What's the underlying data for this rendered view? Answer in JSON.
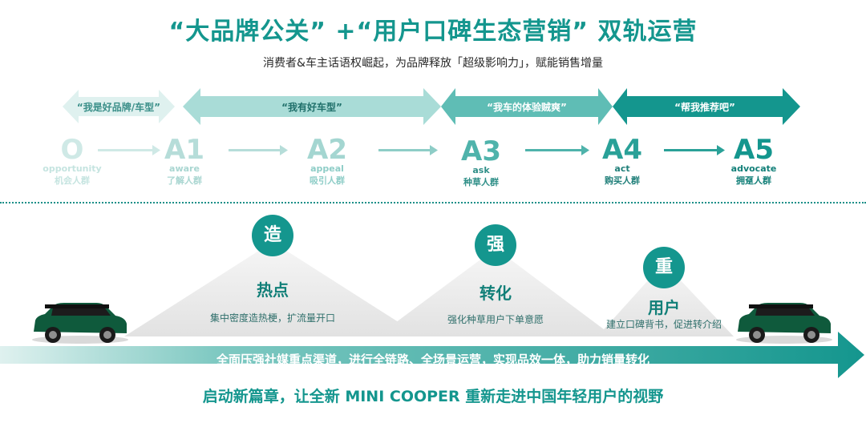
{
  "header": {
    "title": "“大品牌公关” +“用户口碑生态营销” 双轨运营",
    "subtitle": "消费者&车主话语权崛起，为品牌释放「超级影响力」，赋能销售增量"
  },
  "bands": [
    {
      "label": "“我是好品牌/车型”",
      "color": "#dff1ef"
    },
    {
      "label": "“我有好车型”",
      "color": "#a9dcd7"
    },
    {
      "label": "“我车的体验贼爽”",
      "color": "#5fbdb5"
    },
    {
      "label": "“帮我推荐吧”",
      "color": "#14968e"
    }
  ],
  "stages": [
    {
      "code": "O",
      "en": "opportunity",
      "cn": "机会人群",
      "color": "#cfe9e6"
    },
    {
      "code": "A1",
      "en": "aware",
      "cn": "了解人群",
      "color": "#b6ddd9"
    },
    {
      "code": "A2",
      "en": "appeal",
      "cn": "吸引人群",
      "color": "#8ecdc7"
    },
    {
      "code": "A3",
      "en": "ask",
      "cn": "种草人群",
      "color": "#4fb3ab"
    },
    {
      "code": "A4",
      "en": "act",
      "cn": "购买人群",
      "color": "#2aa198"
    },
    {
      "code": "A5",
      "en": "advocate",
      "cn": "拥趸人群",
      "color": "#14968e"
    }
  ],
  "peaks": [
    {
      "badge": "造",
      "title": "热点",
      "desc": "集中密度造热梗，扩流量开口"
    },
    {
      "badge": "强",
      "title": "转化",
      "desc": "强化种草用户下单意愿"
    },
    {
      "badge": "重",
      "title": "用户",
      "desc": "建立口碑背书，促进转介绍"
    }
  ],
  "bar_text": "全面压强社媒重点渠道，进行全链路、全场景运营，实现品效一体，助力销量转化",
  "bottom_text": "启动新篇章，让全新 MINI COOPER 重新走进中国年轻用户的视野",
  "colors": {
    "accent": "#14968e",
    "light": "#dff1ef"
  }
}
